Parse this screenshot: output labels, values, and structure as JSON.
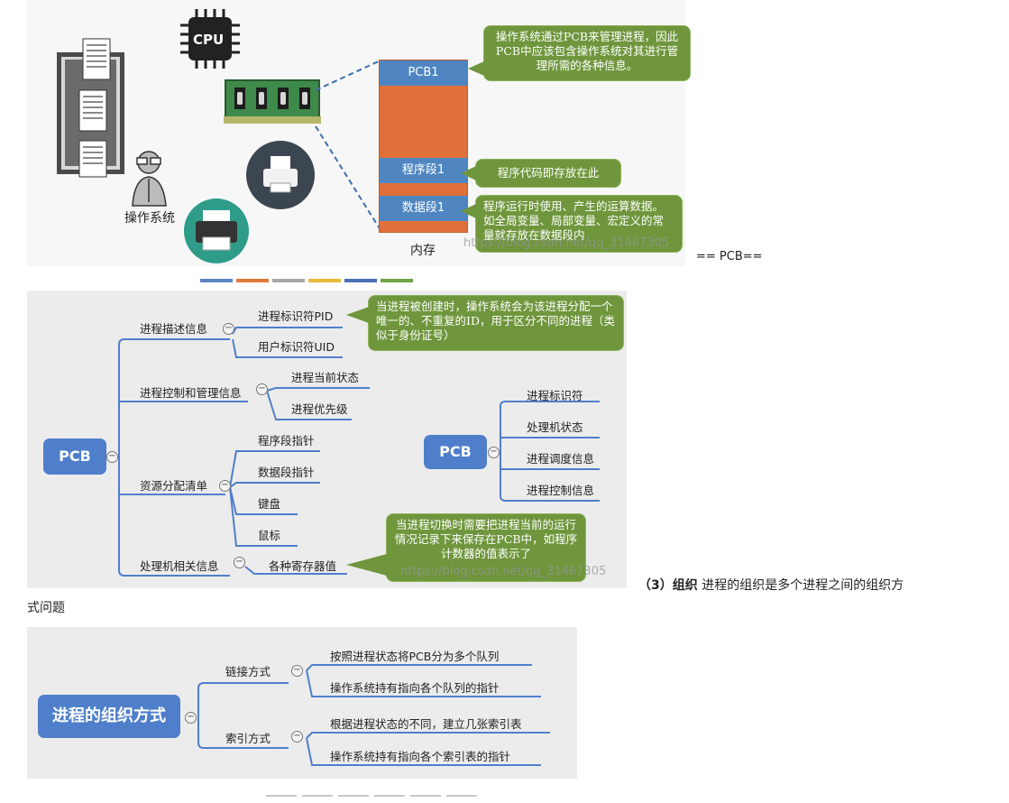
{
  "panel1": {
    "cpu_label": "CPU",
    "os_label": "操作系统",
    "memory_caption": "内存",
    "memory_cells": [
      "PCB1",
      "程序段1",
      "数据段1"
    ],
    "callouts": [
      "操作系统通过PCB来管理进程，因此PCB中应该包含操作系统对其进行管理所需的各种信息。",
      "程序代码即存放在此",
      "程序运行时使用、产生的运算数据。如全局变量、局部变量、宏定义的常量就存放在数据段内"
    ],
    "watermark": "https://blog.csdn.net/qq_31467305",
    "color_strip": [
      "#5b86c5",
      "#e07a3a",
      "#a8a8a8",
      "#e8b93a",
      "#4a6fb5",
      "#70a446"
    ]
  },
  "pcb_heading": "== PCB==",
  "panel2": {
    "root": "PCB",
    "branches": [
      {
        "label": "进程描述信息",
        "children": [
          "进程标识符PID",
          "用户标识符UID"
        ]
      },
      {
        "label": "进程控制和管理信息",
        "children": [
          "进程当前状态",
          "进程优先级"
        ]
      },
      {
        "label": "资源分配清单",
        "children": [
          "程序段指针",
          "数据段指针",
          "键盘",
          "鼠标"
        ]
      },
      {
        "label": "处理机相关信息",
        "children": [
          "各种寄存器值"
        ]
      }
    ],
    "callout_top": "当进程被创建时，操作系统会为该进程分配一个唯一的、不重复的ID，用于区分不同的进程（类似于身份证号）",
    "callout_bottom": "当进程切换时需要把进程当前的运行情况记录下来保存在PCB中，如程序计数器的值表示了",
    "watermark": "https://blog.csdn.net/qq_31467305",
    "root2": "PCB",
    "children2": [
      "进程标识符",
      "处理机状态",
      "进程调度信息",
      "进程控制信息"
    ]
  },
  "section3": {
    "num": "（3）",
    "bold": "组织",
    "text": " 进程的组织是多个进程之间的组织方",
    "cont": "式问题"
  },
  "panel3": {
    "root": "进程的组织方式",
    "branches": [
      {
        "label": "链接方式",
        "children": [
          "按照进程状态将PCB分为多个队列",
          "操作系统持有指向各个队列的指针"
        ]
      },
      {
        "label": "索引方式",
        "children": [
          "根据进程状态的不同，建立几张索引表",
          "操作系统持有指向各个索引表的指针"
        ]
      }
    ]
  }
}
